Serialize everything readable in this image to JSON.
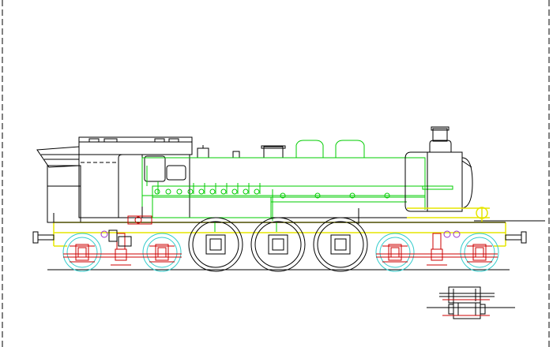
{
  "drawing": {
    "subject": "",
    "colors": {
      "background": "#ffffff",
      "outline": "#000000",
      "boiler": "#00cc00",
      "frame": "#e6e600",
      "running_gear": "#cc0000",
      "axle_box": "#33cccc",
      "misc": "#9933cc",
      "border": "#000000"
    },
    "components": [
      {
        "name": "cab",
        "color": "outline"
      },
      {
        "name": "coal-bunker",
        "color": "outline"
      },
      {
        "name": "boiler",
        "color": "boiler"
      },
      {
        "name": "side-tank",
        "color": "boiler"
      },
      {
        "name": "smokebox",
        "color": "boiler"
      },
      {
        "name": "chimney",
        "color": "outline"
      },
      {
        "name": "steam-dome",
        "color": "boiler"
      },
      {
        "name": "sand-dome",
        "color": "boiler"
      },
      {
        "name": "main-frame",
        "color": "frame"
      },
      {
        "name": "driving-wheel",
        "count": 3,
        "color": "outline"
      },
      {
        "name": "bogie-wheel",
        "count": 4,
        "color": "axle_box"
      },
      {
        "name": "axle-box-detail",
        "count": 4,
        "color": "running_gear"
      },
      {
        "name": "buffer",
        "count": 2,
        "color": "outline"
      },
      {
        "name": "bogie-plan-inset",
        "color": "outline"
      }
    ],
    "boiler_rivets": 10
  }
}
